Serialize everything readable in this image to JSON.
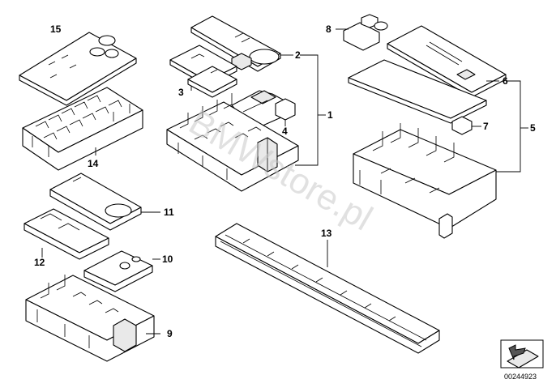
{
  "watermark": "BMWstore.pl",
  "doc_number": "00244923",
  "labels": {
    "l1": "1",
    "l2": "2",
    "l3": "3",
    "l4": "4",
    "l5": "5",
    "l6": "6",
    "l7": "7",
    "l8": "8",
    "l9": "9",
    "l10": "10",
    "l11": "11",
    "l12": "12",
    "l13": "13",
    "l14": "14",
    "l15": "15"
  },
  "icons": {
    "corner": "arrow-icon"
  }
}
